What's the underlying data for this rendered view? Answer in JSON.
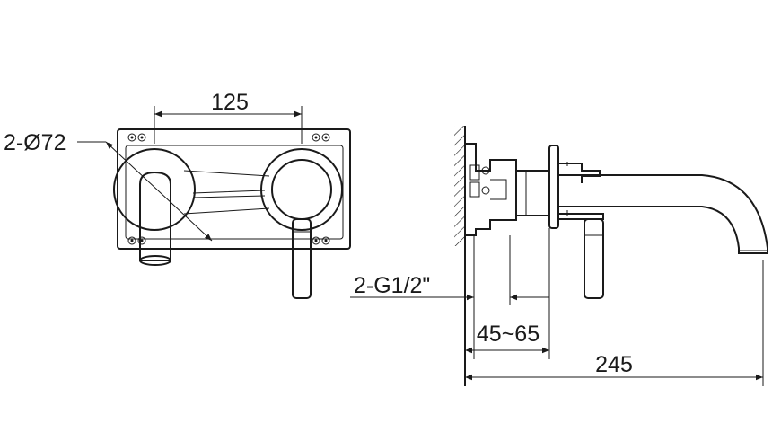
{
  "dimensions": {
    "center_spacing": "125",
    "hole_diameter": "2-Ø72",
    "inlet_thread": "2-G1/2\"",
    "wall_depth_range": "45~65",
    "spout_reach": "245"
  }
}
